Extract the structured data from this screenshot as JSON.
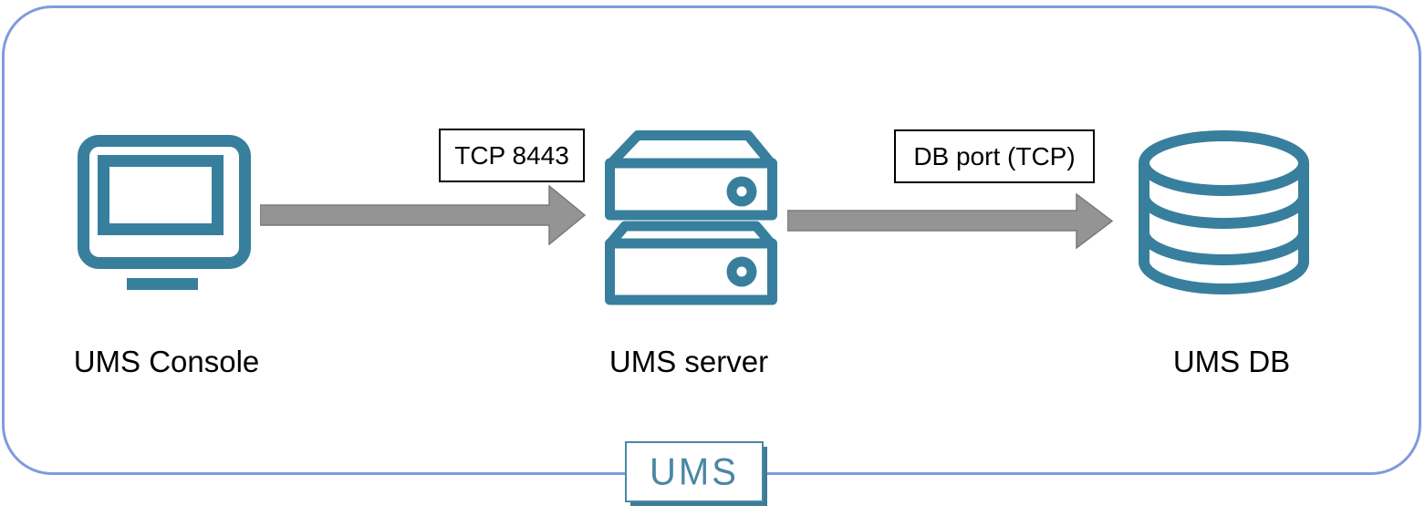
{
  "nodes": [
    {
      "id": "ums-console",
      "label": "UMS Console",
      "icon": "monitor-icon"
    },
    {
      "id": "ums-server",
      "label": "UMS server",
      "icon": "server-stack-icon"
    },
    {
      "id": "ums-db",
      "label": "UMS DB",
      "icon": "database-icon"
    }
  ],
  "connections": [
    {
      "from": "ums-console",
      "to": "ums-server",
      "label": "TCP 8443"
    },
    {
      "from": "ums-server",
      "to": "ums-db",
      "label": "DB port (TCP)"
    }
  ],
  "group": {
    "label": "UMS"
  },
  "colors": {
    "icon_teal": "#377F9D",
    "arrow_gray": "#949494",
    "arrow_edge": "#7A7A7A",
    "border_blue": "#7D9CDE",
    "label_border": "#000000",
    "text_color": "#000000",
    "ums_box_teal": "#4A87A5",
    "ums_box_shadow": "#3D7B97"
  }
}
